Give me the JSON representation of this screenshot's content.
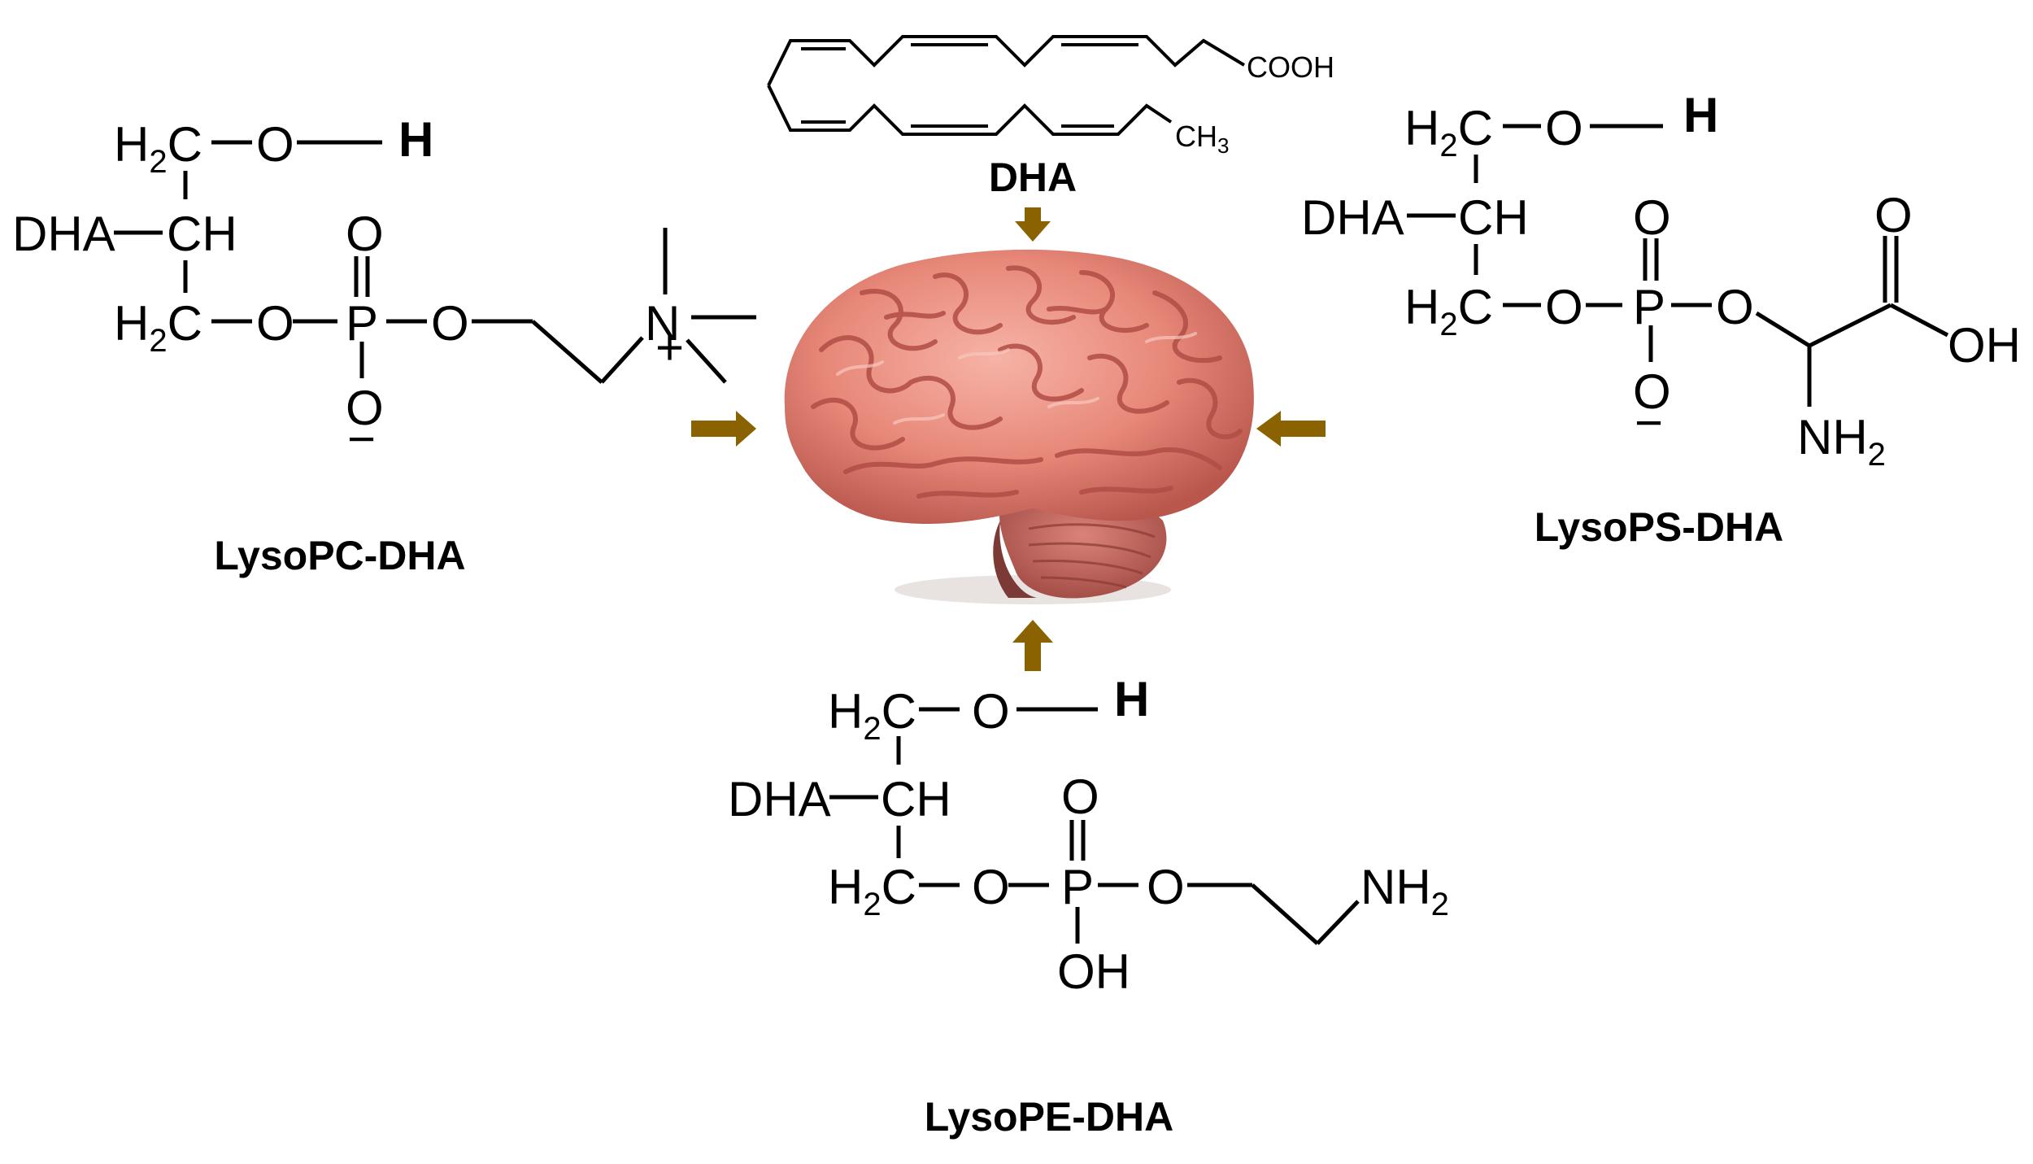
{
  "labels": {
    "dha_top": "DHA",
    "lysopc": "LysoPC-DHA",
    "lysops": "LysoPS-DHA",
    "lysope": "LysoPE-DHA"
  },
  "atoms": {
    "h2": "H",
    "sub2": "2",
    "c": "C",
    "o": "O",
    "h": "H",
    "dha": "DHA",
    "ch": "CH",
    "p": "P",
    "n": "N",
    "plus": "+",
    "minus": "−",
    "oh": "OH",
    "nh": "NH",
    "cooh": "COOH",
    "ch3": "CH",
    "sub3": "3"
  },
  "colors": {
    "arrow": "#8a6300",
    "brain_base": "#e8897a",
    "brain_fold": "#b94f46",
    "cerebellum": "#c0625a"
  },
  "icons": {
    "brain": "brain-illustration",
    "arrow": "arrow-icon"
  }
}
